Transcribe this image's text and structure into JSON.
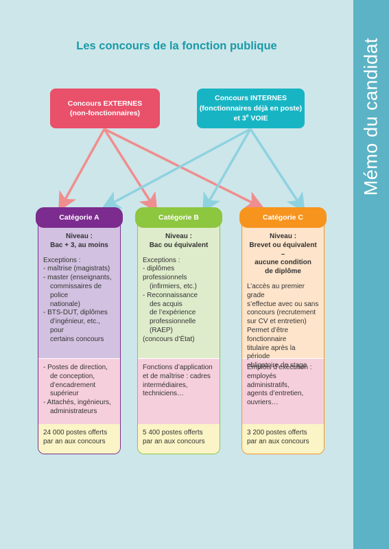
{
  "sidebar": {
    "text": "Mémo du candidat"
  },
  "title": "Les concours de la fonction publique",
  "external": {
    "line1": "Concours EXTERNES",
    "line2": "(non-fonctionnaires)"
  },
  "internal": {
    "line1": "Concours INTERNES",
    "line2": "(fonctionnaires déjà en poste)",
    "line3_pre": "et 3",
    "line3_sup": "e",
    "line3_post": " VOIE"
  },
  "colors": {
    "external": "#e9506a",
    "internal": "#17b5c4",
    "catA": "#7b2c8e",
    "catB": "#8dc63f",
    "catC": "#f7941d",
    "sidebar": "#5bb3c5",
    "title": "#1a9aa6"
  },
  "categories": [
    {
      "name": "Catégorie A",
      "level": [
        "Niveau :",
        "Bac + 3, au moins"
      ],
      "details": [
        "Exceptions :",
        "- maîtrise (magistrats)",
        "- master (enseignants,",
        "commissaires de police",
        "nationale)",
        "- BTS-DUT, diplômes",
        "d’ingénieur, etc., pour",
        "certains concours"
      ],
      "jobs": [
        "- Postes de direction,",
        "de conception,",
        "d’encadrement",
        "supérieur",
        "- Attachés, ingénieurs,",
        "administrateurs"
      ],
      "posts": [
        "24 000 postes offerts",
        "par an aux concours"
      ]
    },
    {
      "name": "Catégorie B",
      "level": [
        "Niveau :",
        "Bac ou équivalent"
      ],
      "details": [
        "Exceptions :",
        "- diplômes professionnels",
        "(infirmiers, etc.)",
        "- Reconnaissance",
        "des acquis",
        "de l’expérience",
        "professionnelle (RAEP)",
        "(concours d’État)"
      ],
      "jobs": [
        "Fonctions d’application",
        "et de maîtrise : cadres",
        "intermédiaires,",
        "techniciens…"
      ],
      "posts": [
        "5 400 postes offerts",
        "par an aux concours"
      ]
    },
    {
      "name": "Catégorie C",
      "level": [
        "Niveau :",
        "Brevet ou équivalent –",
        "aucune condition",
        "de diplôme"
      ],
      "details": [
        "L’accès au premier grade",
        "s’effectue avec ou sans",
        "concours (recrutement",
        "sur CV et entretien)",
        "Permet d’être fonctionnaire",
        "titulaire après la période",
        "obligatoire de stage"
      ],
      "jobs": [
        "Emplois d’exécution :",
        "employés administratifs,",
        "agents d’entretien,",
        "ouvriers…"
      ],
      "posts": [
        "3 200 postes offerts",
        "par an aux concours"
      ]
    }
  ]
}
